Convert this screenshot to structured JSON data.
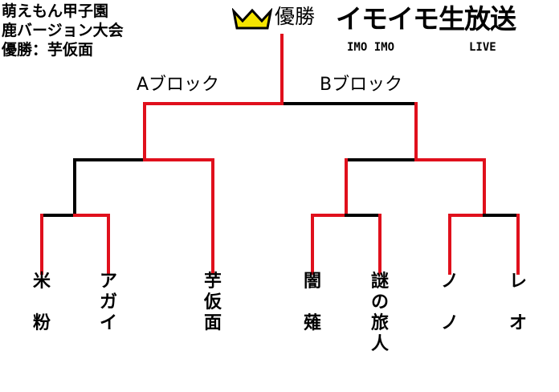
{
  "header": {
    "title_lines": [
      "萌えもん甲子園",
      "鹿バージョン大会",
      "優勝：芋仮面"
    ]
  },
  "champion": {
    "label": "優勝",
    "icon": "crown-icon"
  },
  "logo": {
    "main_text": "イモイモ生放送",
    "sub_left": "IMO IMO",
    "sub_right": "LIVE"
  },
  "blocks": {
    "a_label": "Aブロック",
    "b_label": "Bブロック"
  },
  "players": [
    {
      "name": "米粉",
      "chars": [
        "米",
        "",
        "粉"
      ]
    },
    {
      "name": "アガイ",
      "chars": [
        "ア",
        "ガ",
        "イ"
      ]
    },
    {
      "name": "芋仮面",
      "chars": [
        "芋",
        "仮",
        "面"
      ]
    },
    {
      "name": "闇薙",
      "chars": [
        "闇",
        "",
        "薙"
      ]
    },
    {
      "name": "謎の旅人",
      "chars": [
        "謎",
        "の",
        "旅",
        "人"
      ]
    },
    {
      "name": "ノノ",
      "chars": [
        "ノ",
        "",
        "ノ"
      ]
    },
    {
      "name": "レオ",
      "chars": [
        "レ",
        "",
        "オ"
      ]
    }
  ],
  "colors": {
    "winner_path": "#e0101c",
    "eliminated_path": "#000000",
    "crown_fill": "#f5e400",
    "crown_stroke": "#000000",
    "text": "#000000",
    "background": "#ffffff"
  }
}
